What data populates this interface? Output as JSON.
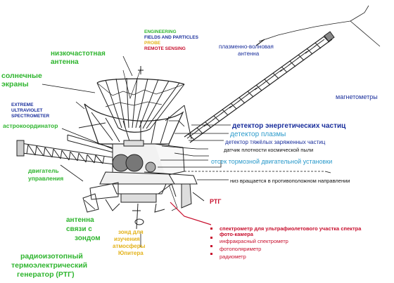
{
  "legend": {
    "engineering": "ENGINEERING",
    "fields": "FIELDS AND PARTICLES",
    "probe": "PROBE",
    "remote": "REMOTE SENSING",
    "colors": {
      "engineering": "#2fb52f",
      "fields": "#1a2f9c",
      "probe": "#e3b21a",
      "remote": "#c8102e"
    }
  },
  "labels": {
    "lga": [
      "низкочастотная",
      "антенна"
    ],
    "solar": [
      "солнечные",
      "экраны"
    ],
    "euvs": [
      "EXTREME",
      "ULTRAVIOLET",
      "SPECTROMETER"
    ],
    "star_scanner": "астрокоординатор",
    "thrusters": [
      "двигатель",
      "управления"
    ],
    "probe_antenna": [
      "антенна",
      "связи с",
      "зондом"
    ],
    "rtg_full": [
      "радиоизотопный",
      "термоэлектрический",
      "генератор (РТГ)"
    ],
    "probe": [
      "зонд для",
      "изучения",
      "атмосферы",
      "Юпитера"
    ],
    "pwa": [
      "плазменно-волновая",
      "антенна"
    ],
    "magnetometers": "магнетометры",
    "epd": "детектор энергетических частиц",
    "pls": "детектор плазмы",
    "hic": "детектор тяжёлых заряженных частиц",
    "dust": "датчик плотности космической пыли",
    "retro": "отсек тормозной двигательной установки",
    "despun": "низ вращается в противоположном направлении",
    "rtg": "РТГ",
    "uvs": [
      "спектрометр для ультрафиолетового участка спектра",
      "фото-камера"
    ],
    "nims": "инфракрасный спектрометр",
    "ppr": "фотополяриметр",
    "radiometer": "радиометр"
  }
}
